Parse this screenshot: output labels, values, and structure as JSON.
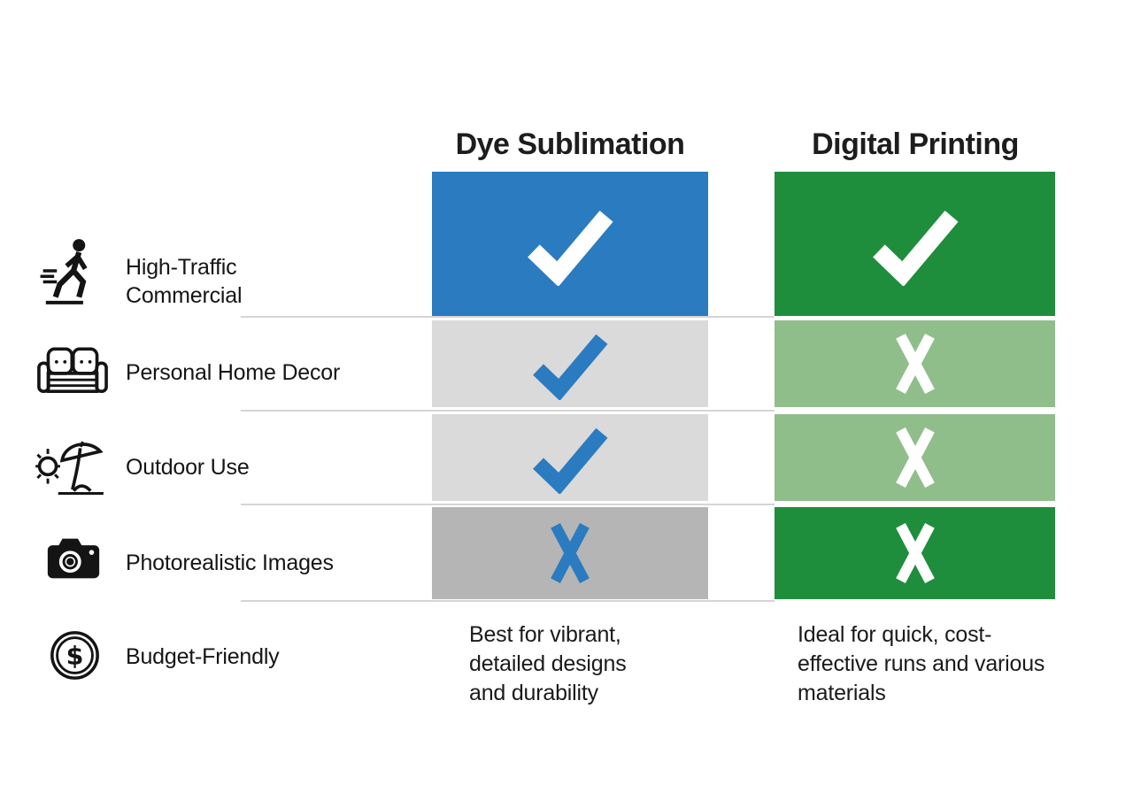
{
  "columns": {
    "dye": {
      "header": "Dye Sublimation",
      "accent": "#2B7BC0"
    },
    "digital": {
      "header": "Digital Printing",
      "accent": "#1E8E3C"
    }
  },
  "colors": {
    "blue_solid": "#2B7BC0",
    "green_solid": "#1E8E3C",
    "green_light": "#8FBE8A",
    "gray_light": "#DADADA",
    "gray_mid": "#B5B5B5",
    "white": "#FFFFFF"
  },
  "icons": {
    "dollar_symbol": "$"
  },
  "rows": [
    {
      "label": "High-Traffic Commercial",
      "icon": "walking-person",
      "cells": {
        "dye": {
          "mark": "check",
          "bg": "#2B7BC0",
          "mark_color": "#FFFFFF"
        },
        "digital": {
          "mark": "check",
          "bg": "#1E8E3C",
          "mark_color": "#FFFFFF"
        }
      }
    },
    {
      "label": "Personal Home Decor",
      "icon": "sofa",
      "cells": {
        "dye": {
          "mark": "check",
          "bg": "#DADADA",
          "mark_color": "#2B7BC0"
        },
        "digital": {
          "mark": "cross",
          "bg": "#8FBE8A",
          "mark_color": "#FFFFFF"
        }
      }
    },
    {
      "label": "Outdoor Use",
      "icon": "beach-umbrella-sun",
      "cells": {
        "dye": {
          "mark": "check",
          "bg": "#DADADA",
          "mark_color": "#2B7BC0"
        },
        "digital": {
          "mark": "cross",
          "bg": "#8FBE8A",
          "mark_color": "#FFFFFF"
        }
      }
    },
    {
      "label": "Photorealistic Images",
      "icon": "camera",
      "cells": {
        "dye": {
          "mark": "cross",
          "bg": "#B5B5B5",
          "mark_color": "#2B7BC0"
        },
        "digital": {
          "mark": "cross",
          "bg": "#1E8E3C",
          "mark_color": "#FFFFFF"
        }
      }
    },
    {
      "label": "Budget-Friendly",
      "icon": "dollar-coin",
      "cells": {
        "dye": {
          "text": "Best for vibrant, detailed designs and durability"
        },
        "digital": {
          "text": "Ideal for quick, cost-effective runs and various materials"
        }
      }
    }
  ]
}
